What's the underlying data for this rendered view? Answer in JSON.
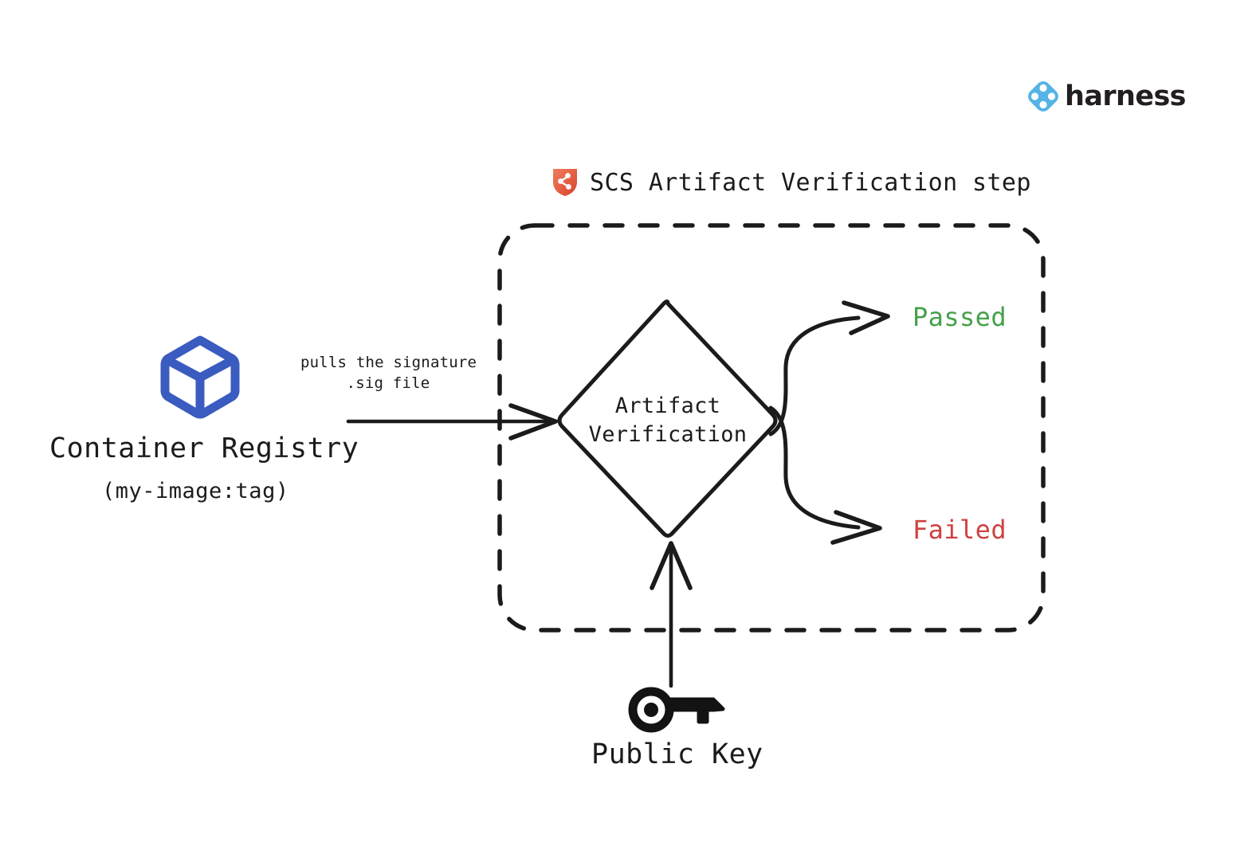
{
  "brand": {
    "name": "harness",
    "logo_icon": "harness-diamond-icon",
    "logo_color": "#55b3e6",
    "wordmark_color": "#231f20"
  },
  "diagram": {
    "title": "SCS Artifact Verification step",
    "title_icon": "scs-shield-icon",
    "title_icon_color": "#e35b42",
    "boundary": {
      "name": "scs-step-boundary",
      "style": "dashed-rounded-rectangle",
      "color": "#1b1b1b"
    },
    "nodes": {
      "registry": {
        "icon": "container-cube-icon",
        "icon_color": "#3a5bc0",
        "label": "Container Registry",
        "sublabel": "(my-image:tag)"
      },
      "verification": {
        "shape": "diamond",
        "label_line1": "Artifact",
        "label_line2": "Verification"
      },
      "public_key": {
        "icon": "key-icon",
        "icon_color": "#131313",
        "label": "Public Key"
      }
    },
    "outcomes": [
      {
        "label": "Passed",
        "color": "#45a04a"
      },
      {
        "label": "Failed",
        "color": "#cf4240"
      }
    ],
    "edges": [
      {
        "from": "registry",
        "to": "verification",
        "label_line1": "pulls the signature",
        "label_line2": ".sig file"
      },
      {
        "from": "public_key",
        "to": "verification",
        "label_line1": "",
        "label_line2": ""
      },
      {
        "from": "verification",
        "to": "passed",
        "label_line1": "",
        "label_line2": ""
      },
      {
        "from": "verification",
        "to": "failed",
        "label_line1": "",
        "label_line2": ""
      }
    ]
  }
}
